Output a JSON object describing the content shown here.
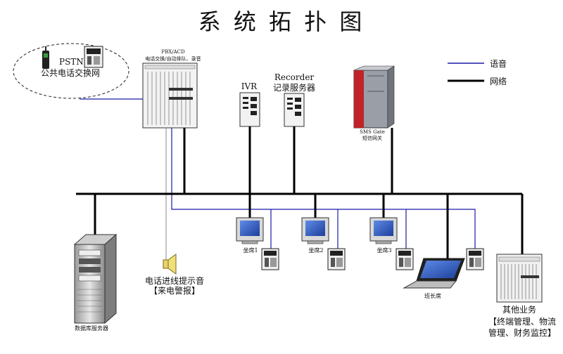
{
  "title": "系 统 拓 扑 图",
  "legend": {
    "voice": "语音",
    "network": "网络",
    "voice_color": "#1a1aa6",
    "network_color": "#000000"
  },
  "pstn": {
    "label": "PSTN",
    "sublabel": "公共电话交换网"
  },
  "pbx": {
    "label": "PBX/ACD",
    "sublabel": "电话交换/自动排队、录音"
  },
  "ivr": {
    "label": "IVR"
  },
  "recorder": {
    "label": "Recorder",
    "sublabel": "记录服务器"
  },
  "sms": {
    "label": "SMS Gate",
    "sublabel": "短信网关"
  },
  "db": {
    "label": "数据库服务器"
  },
  "alarm": {
    "label": "电话进线提示音",
    "sublabel": "【来电警报】"
  },
  "seats": [
    "坐席1",
    "坐席2",
    "坐席3"
  ],
  "leader": {
    "label": "班长席"
  },
  "other": {
    "label": "其他业务",
    "line1": "【终端管理、物流",
    "line2": "管理、财务监控】"
  },
  "colors": {
    "sms_red": "#c0232a",
    "screen_blue": "#2a5bd0"
  }
}
